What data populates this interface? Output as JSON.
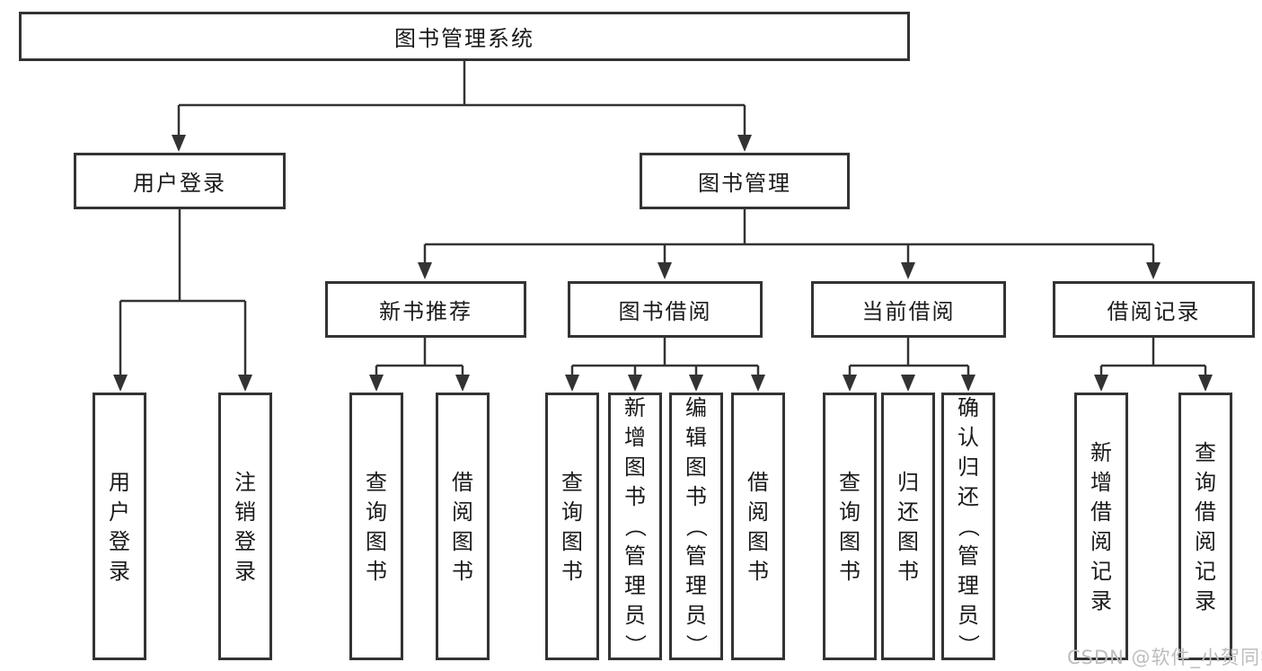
{
  "tree": {
    "root": "图书管理系统",
    "children": [
      {
        "label": "用户登录",
        "children": [
          "用户登录",
          "注销登录"
        ]
      },
      {
        "label": "图书管理",
        "children": [
          {
            "label": "新书推荐",
            "children": [
              "查询图书",
              "借阅图书"
            ]
          },
          {
            "label": "图书借阅",
            "children": [
              "查询图书",
              "新增图书（管理员）",
              "编辑图书（管理员）",
              "借阅图书"
            ]
          },
          {
            "label": "当前借阅",
            "children": [
              "查询图书",
              "归还图书",
              "确认归还（管理员）"
            ]
          },
          {
            "label": "借阅记录",
            "children": [
              "新增借阅记录",
              "查询借阅记录"
            ]
          }
        ]
      }
    ]
  },
  "watermark": "CSDN @软件_小贺同学",
  "colors": {
    "line": "#333333",
    "text": "#1a1a1a",
    "watermark": "#bcbcbc",
    "background": "#ffffff"
  }
}
